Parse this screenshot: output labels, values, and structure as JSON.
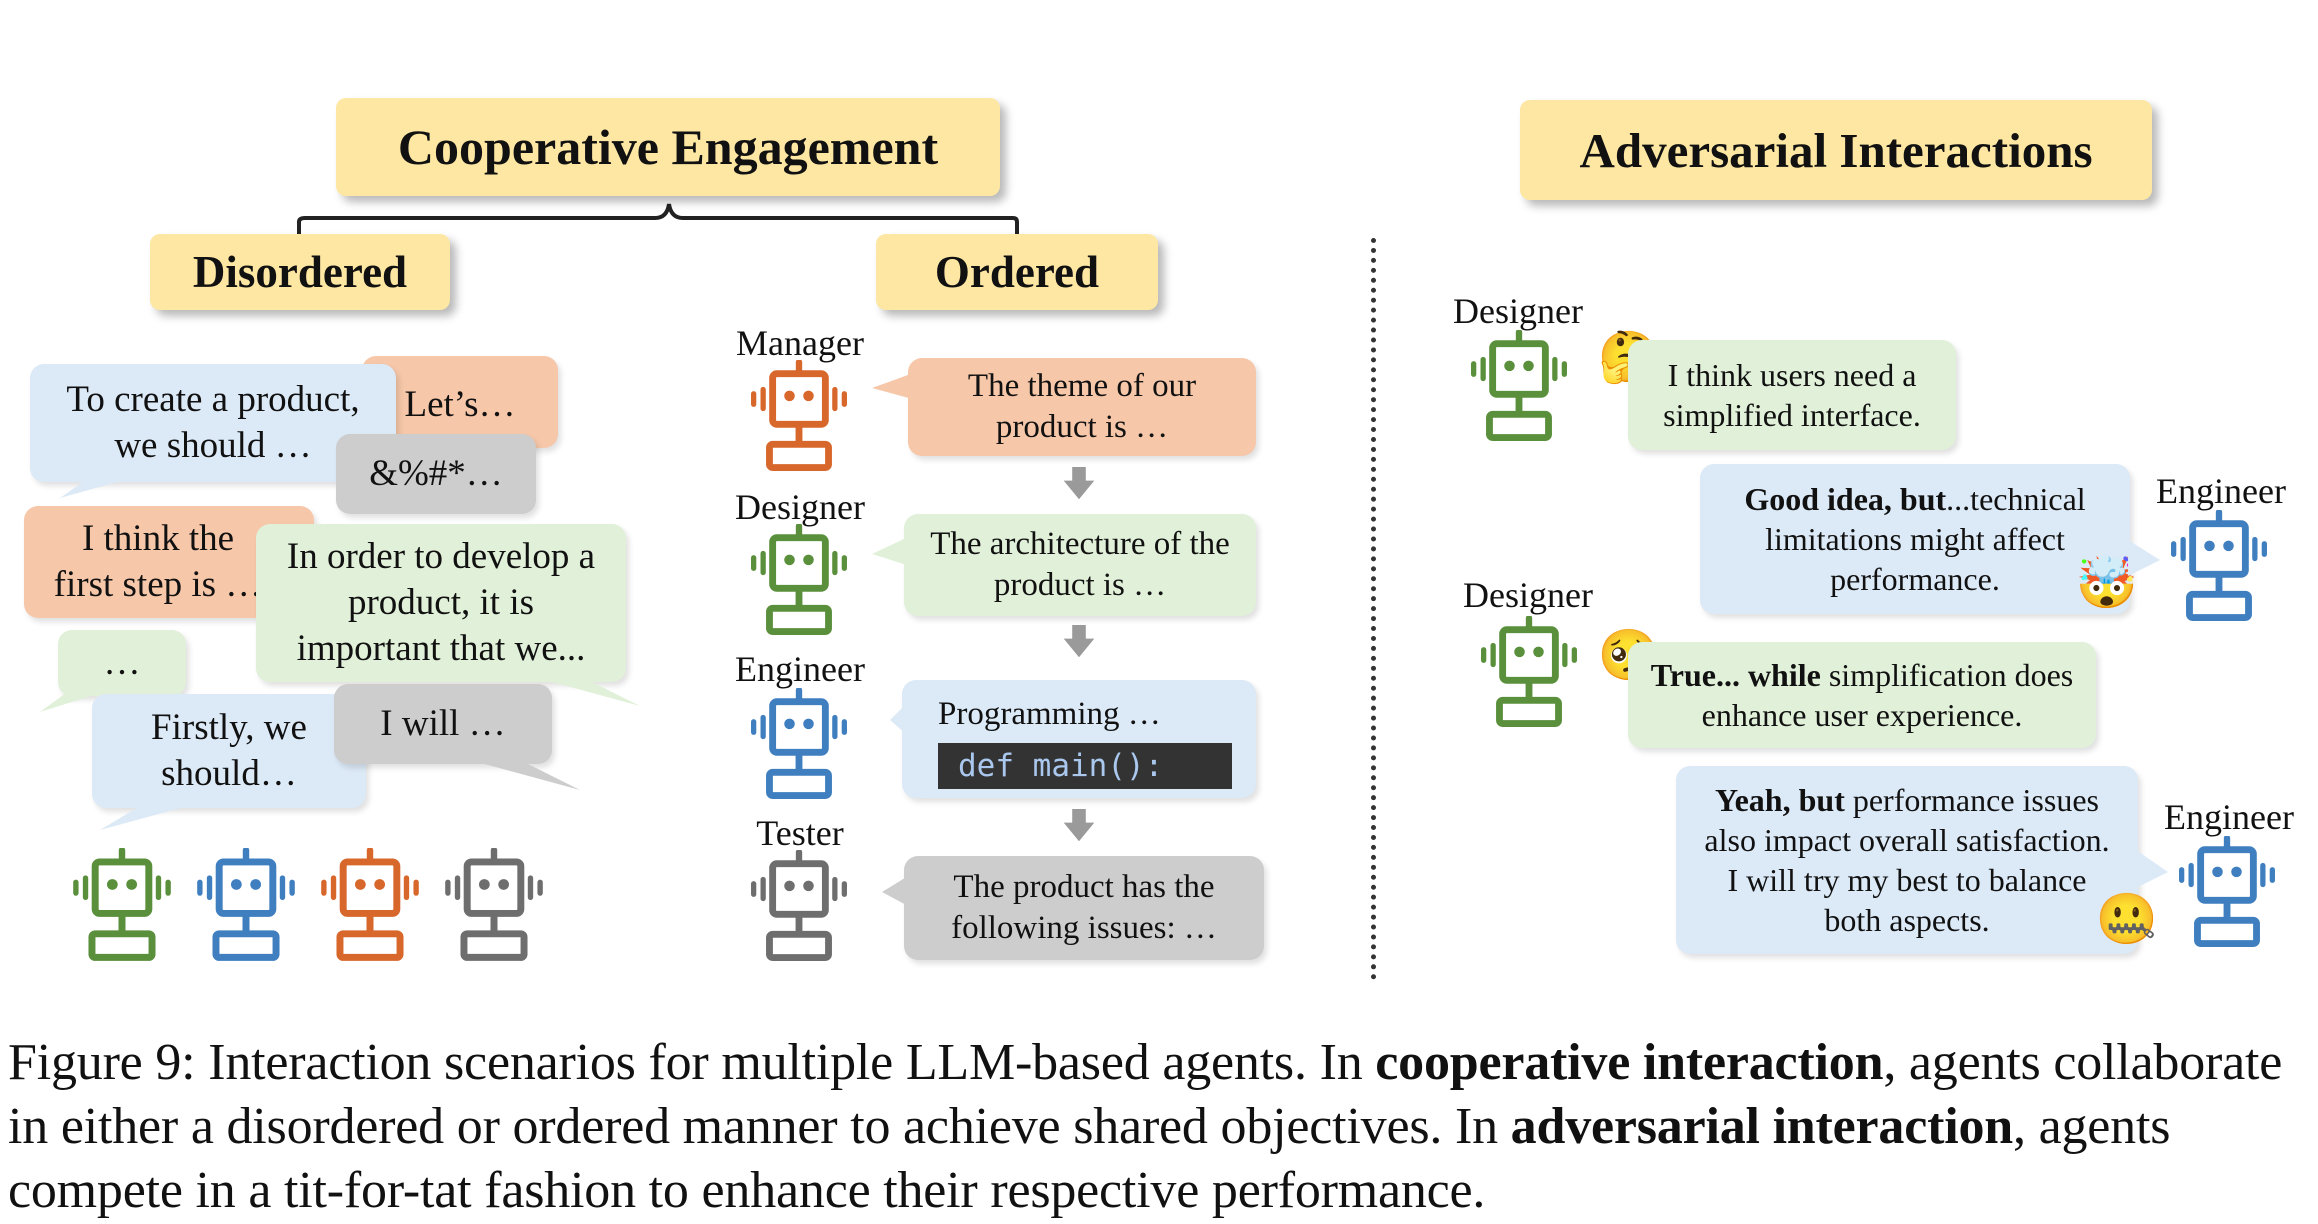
{
  "headers": {
    "cooperative": "Cooperative Engagement",
    "disordered": "Disordered",
    "ordered": "Ordered",
    "adversarial": "Adversarial Interactions"
  },
  "disordered": {
    "create_product": "To create a product, we should …",
    "lets": "Let’s…",
    "symbols": "&%#*…",
    "first_step": "I think the first step is …",
    "develop": "In order to develop a product, it is important that we...",
    "ellipsis": "…",
    "firstly": "Firstly, we should…",
    "i_will": "I will …"
  },
  "ordered": {
    "roles": [
      "Manager",
      "Designer",
      "Engineer",
      "Tester"
    ],
    "manager_msg": "The theme of our product is …",
    "designer_msg": "The architecture of the product is …",
    "engineer_msg": "Programming …",
    "engineer_code": "def main():",
    "tester_msg": "The product has the following issues: …"
  },
  "adversarial": {
    "designer_label": "Designer",
    "engineer_label": "Engineer",
    "msg1": "I think users need a simplified interface.",
    "msg2_bold": "Good idea, but",
    "msg2_rest": "...technical limitations might affect performance.",
    "msg3_bold": "True... while",
    "msg3_rest": " simplification does enhance user experience.",
    "msg4_bold": "Yeah, but",
    "msg4_rest": " performance issues also impact overall satisfaction. I will try my best to balance both aspects."
  },
  "caption": {
    "prefix": "Figure 9: Interaction scenarios for multiple LLM-based agents. In ",
    "bold1": "cooperative interaction",
    "mid1": ", agents collaborate in either a disordered or ordered manner to achieve shared objectives. In ",
    "bold2": "adversarial interaction",
    "suffix": ", agents compete in a tit-for-tat fashion to enhance their respective performance."
  },
  "emojis": {
    "thinking": "🤔",
    "exploding": "🤯",
    "pleading": "🥺",
    "zipper": "🤐"
  },
  "colors": {
    "header_yellow": "#fde7a3",
    "bubble_blue": "#dce9f6",
    "bubble_green": "#e1f0d9",
    "bubble_orange": "#f6c7a9",
    "bubble_gray": "#cdcdcd",
    "robot_green": "#5a8f3c",
    "robot_blue": "#3f7fc0",
    "robot_orange": "#d8672b",
    "robot_gray": "#6e6e6e"
  }
}
